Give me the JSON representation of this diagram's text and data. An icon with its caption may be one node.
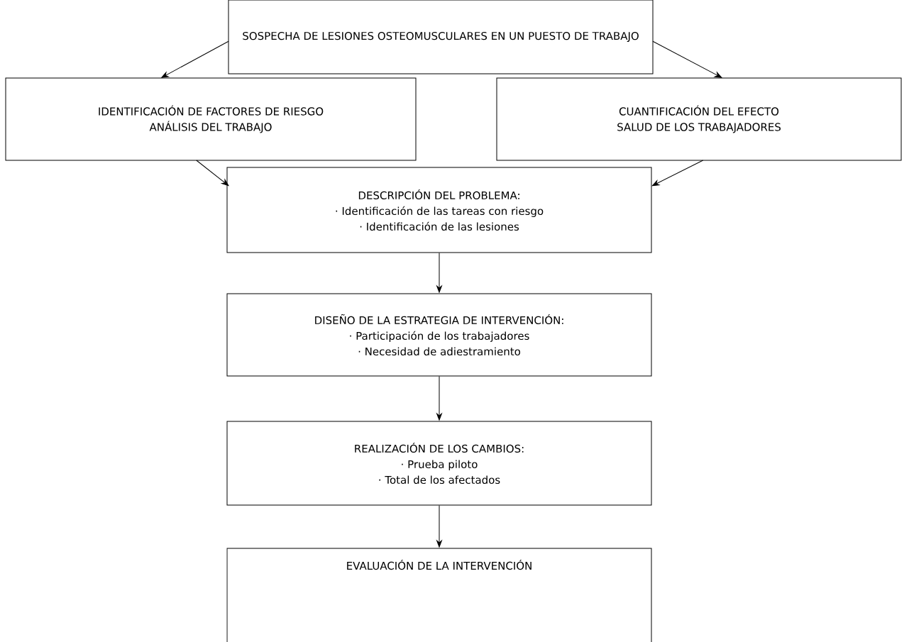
{
  "diagram": {
    "nodes": [
      {
        "text": [
          "SOSPECHA DE LESIONES OSTEOMUSCULARES EN UN PUESTO DE TRABAJO"
        ]
      },
      {
        "text": [
          "IDENTIFICACIÓN DE FACTORES DE RIESGO",
          "ANÁLISIS DEL TRABAJO"
        ]
      },
      {
        "text": [
          "CUANTIFICACIÓN DEL EFECTO",
          "SALUD DE LOS TRABAJADORES"
        ]
      },
      {
        "text": [
          "DESCRIPCIÓN DEL PROBLEMA:",
          "· Identificación de las tareas con riesgo",
          "· Identificación de las lesiones"
        ]
      },
      {
        "text": [
          "DISEÑO DE LA ESTRATEGIA DE INTERVENCIÓN:",
          "· Participación de los trabajadores",
          "· Necesidad de adiestramiento"
        ]
      },
      {
        "text": [
          "REALIZACIÓN DE LOS CAMBIOS:",
          "· Prueba piloto",
          "· Total de los afectados"
        ]
      },
      {
        "text": [
          "EVALUACIÓN DE LA INTERVENCIÓN"
        ]
      }
    ],
    "edges": [
      {
        "from": 0,
        "to": 1,
        "arrow": "to"
      },
      {
        "from": 0,
        "to": 2,
        "arrow": "to"
      },
      {
        "from": 1,
        "to": 3,
        "arrow": "to"
      },
      {
        "from": 2,
        "to": 3,
        "arrow": "to"
      },
      {
        "from": 3,
        "to": 4,
        "arrow": "to"
      },
      {
        "from": 4,
        "to": 5,
        "arrow": "to"
      },
      {
        "from": 5,
        "to": 6,
        "arrow": "to"
      }
    ]
  }
}
